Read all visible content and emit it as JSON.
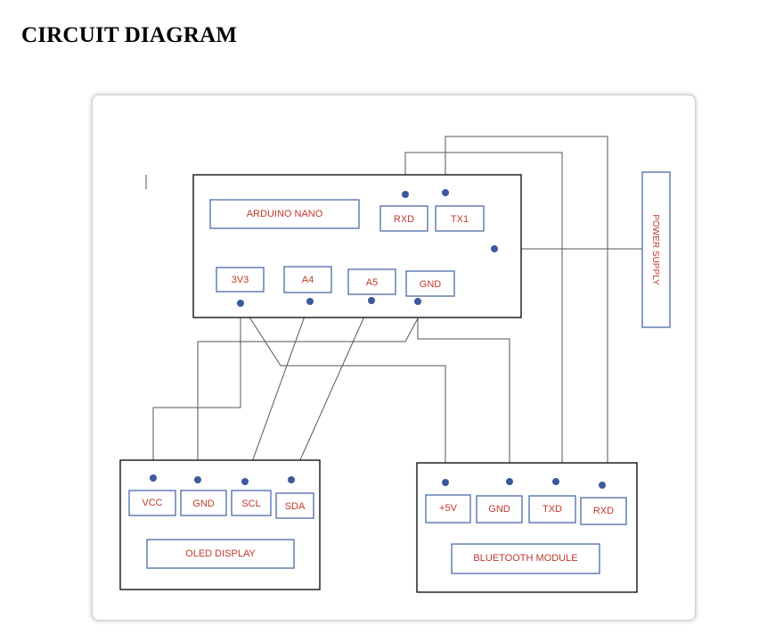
{
  "title": "CIRCUIT DIAGRAM",
  "colors": {
    "wire": "#555555",
    "pin": "#3a5a9c",
    "label": "#c0392b",
    "label_box": "#4a6aa8",
    "module": "#000000"
  },
  "arduino": {
    "name": "ARDUINO NANO",
    "pins": {
      "rxd": "RXD",
      "tx1": "TX1",
      "v33": "3V3",
      "a4": "A4",
      "a5": "A5",
      "gnd": "GND"
    }
  },
  "power_supply": {
    "name": "POWER SUPPLY"
  },
  "oled": {
    "name": "OLED DISPLAY",
    "pins": {
      "vcc": "VCC",
      "gnd": "GND",
      "scl": "SCL",
      "sda": "SDA"
    }
  },
  "bluetooth": {
    "name": "BLUETOOTH MODULE",
    "pins": {
      "v5": "+5V",
      "gnd": "GND",
      "txd": "TXD",
      "rxd": "RXD"
    }
  }
}
